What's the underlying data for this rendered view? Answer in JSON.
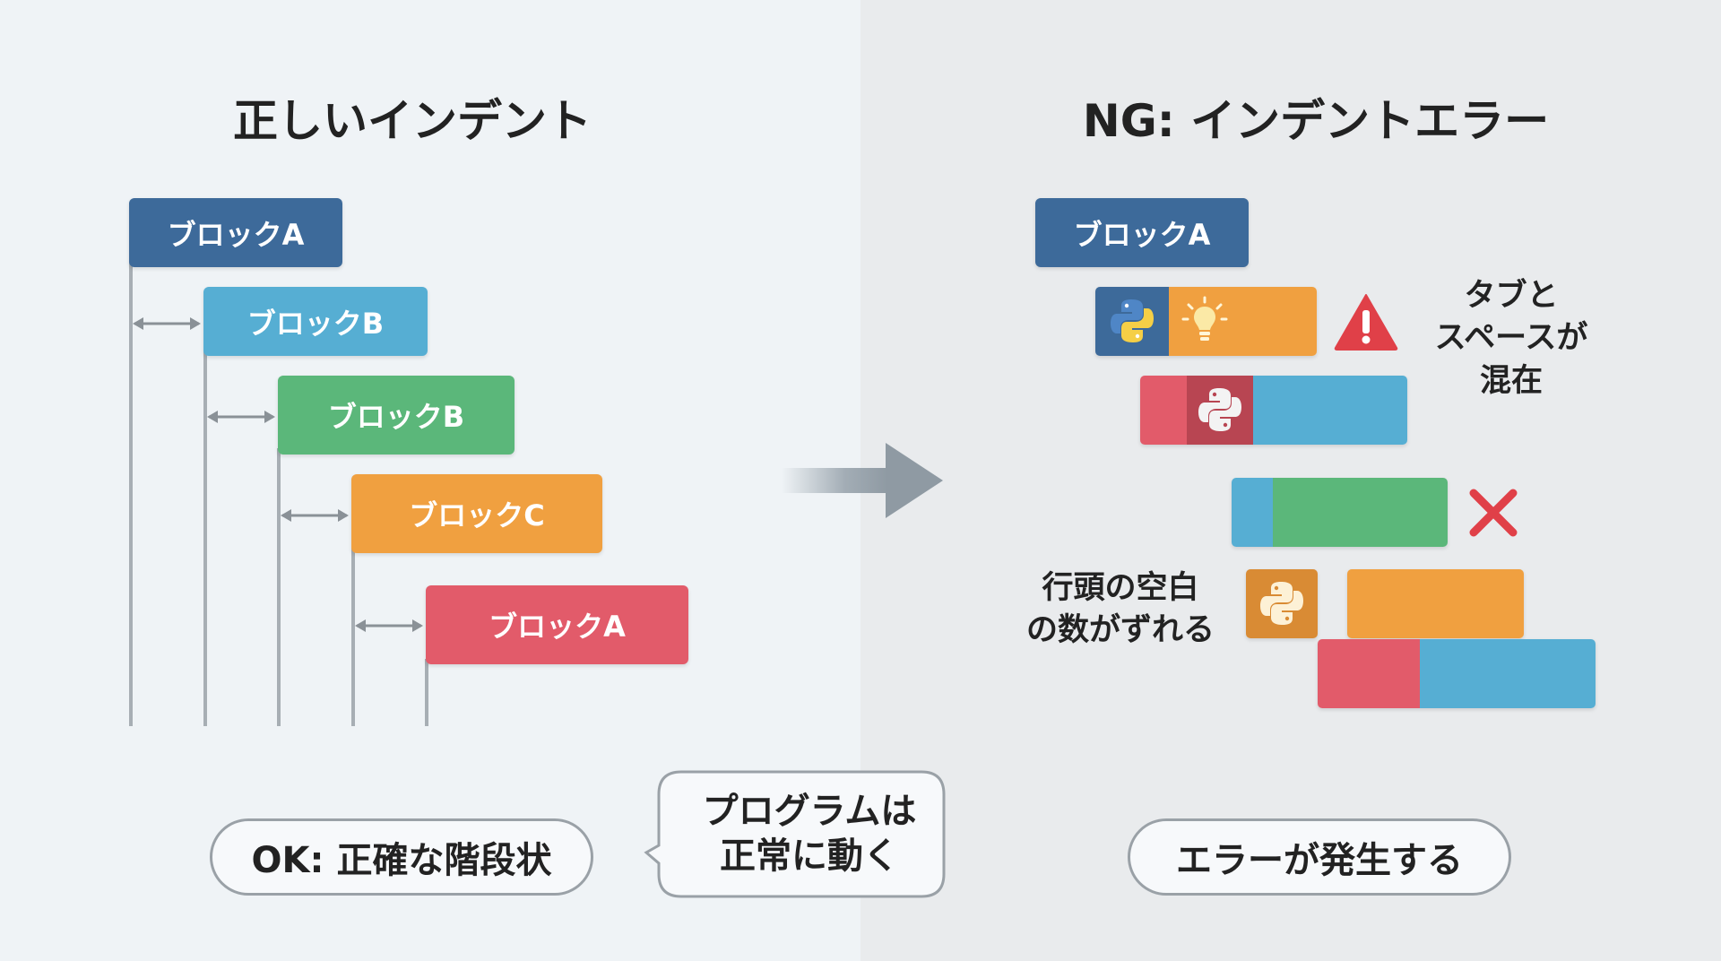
{
  "left": {
    "title": "正しいインデント",
    "blocks": [
      "ブロックA",
      "ブロックB",
      "ブロックB",
      "ブロックC",
      "ブロックA"
    ],
    "ok_label": "OK: 正確な階段状",
    "bubble_line1": "プログラムは",
    "bubble_line2": "正常に動く"
  },
  "right": {
    "title": "NG: インデントエラー",
    "block_a": "ブロックA",
    "note_mixed": [
      "タブと",
      "スペースが",
      "混在"
    ],
    "note_whitespace": [
      "行頭の空白",
      "の数がずれる"
    ],
    "error_label": "エラーが発生する"
  },
  "colors": {
    "navy": "#3d6a9a",
    "light_blue": "#56aed3",
    "green": "#5bb77a",
    "orange": "#f0a040",
    "red": "#e25b6a",
    "warning_red": "#e04048"
  },
  "icons": [
    "python-icon",
    "lightbulb-icon",
    "warning-icon",
    "cross-icon",
    "arrow-right-icon",
    "double-arrow-icon"
  ]
}
